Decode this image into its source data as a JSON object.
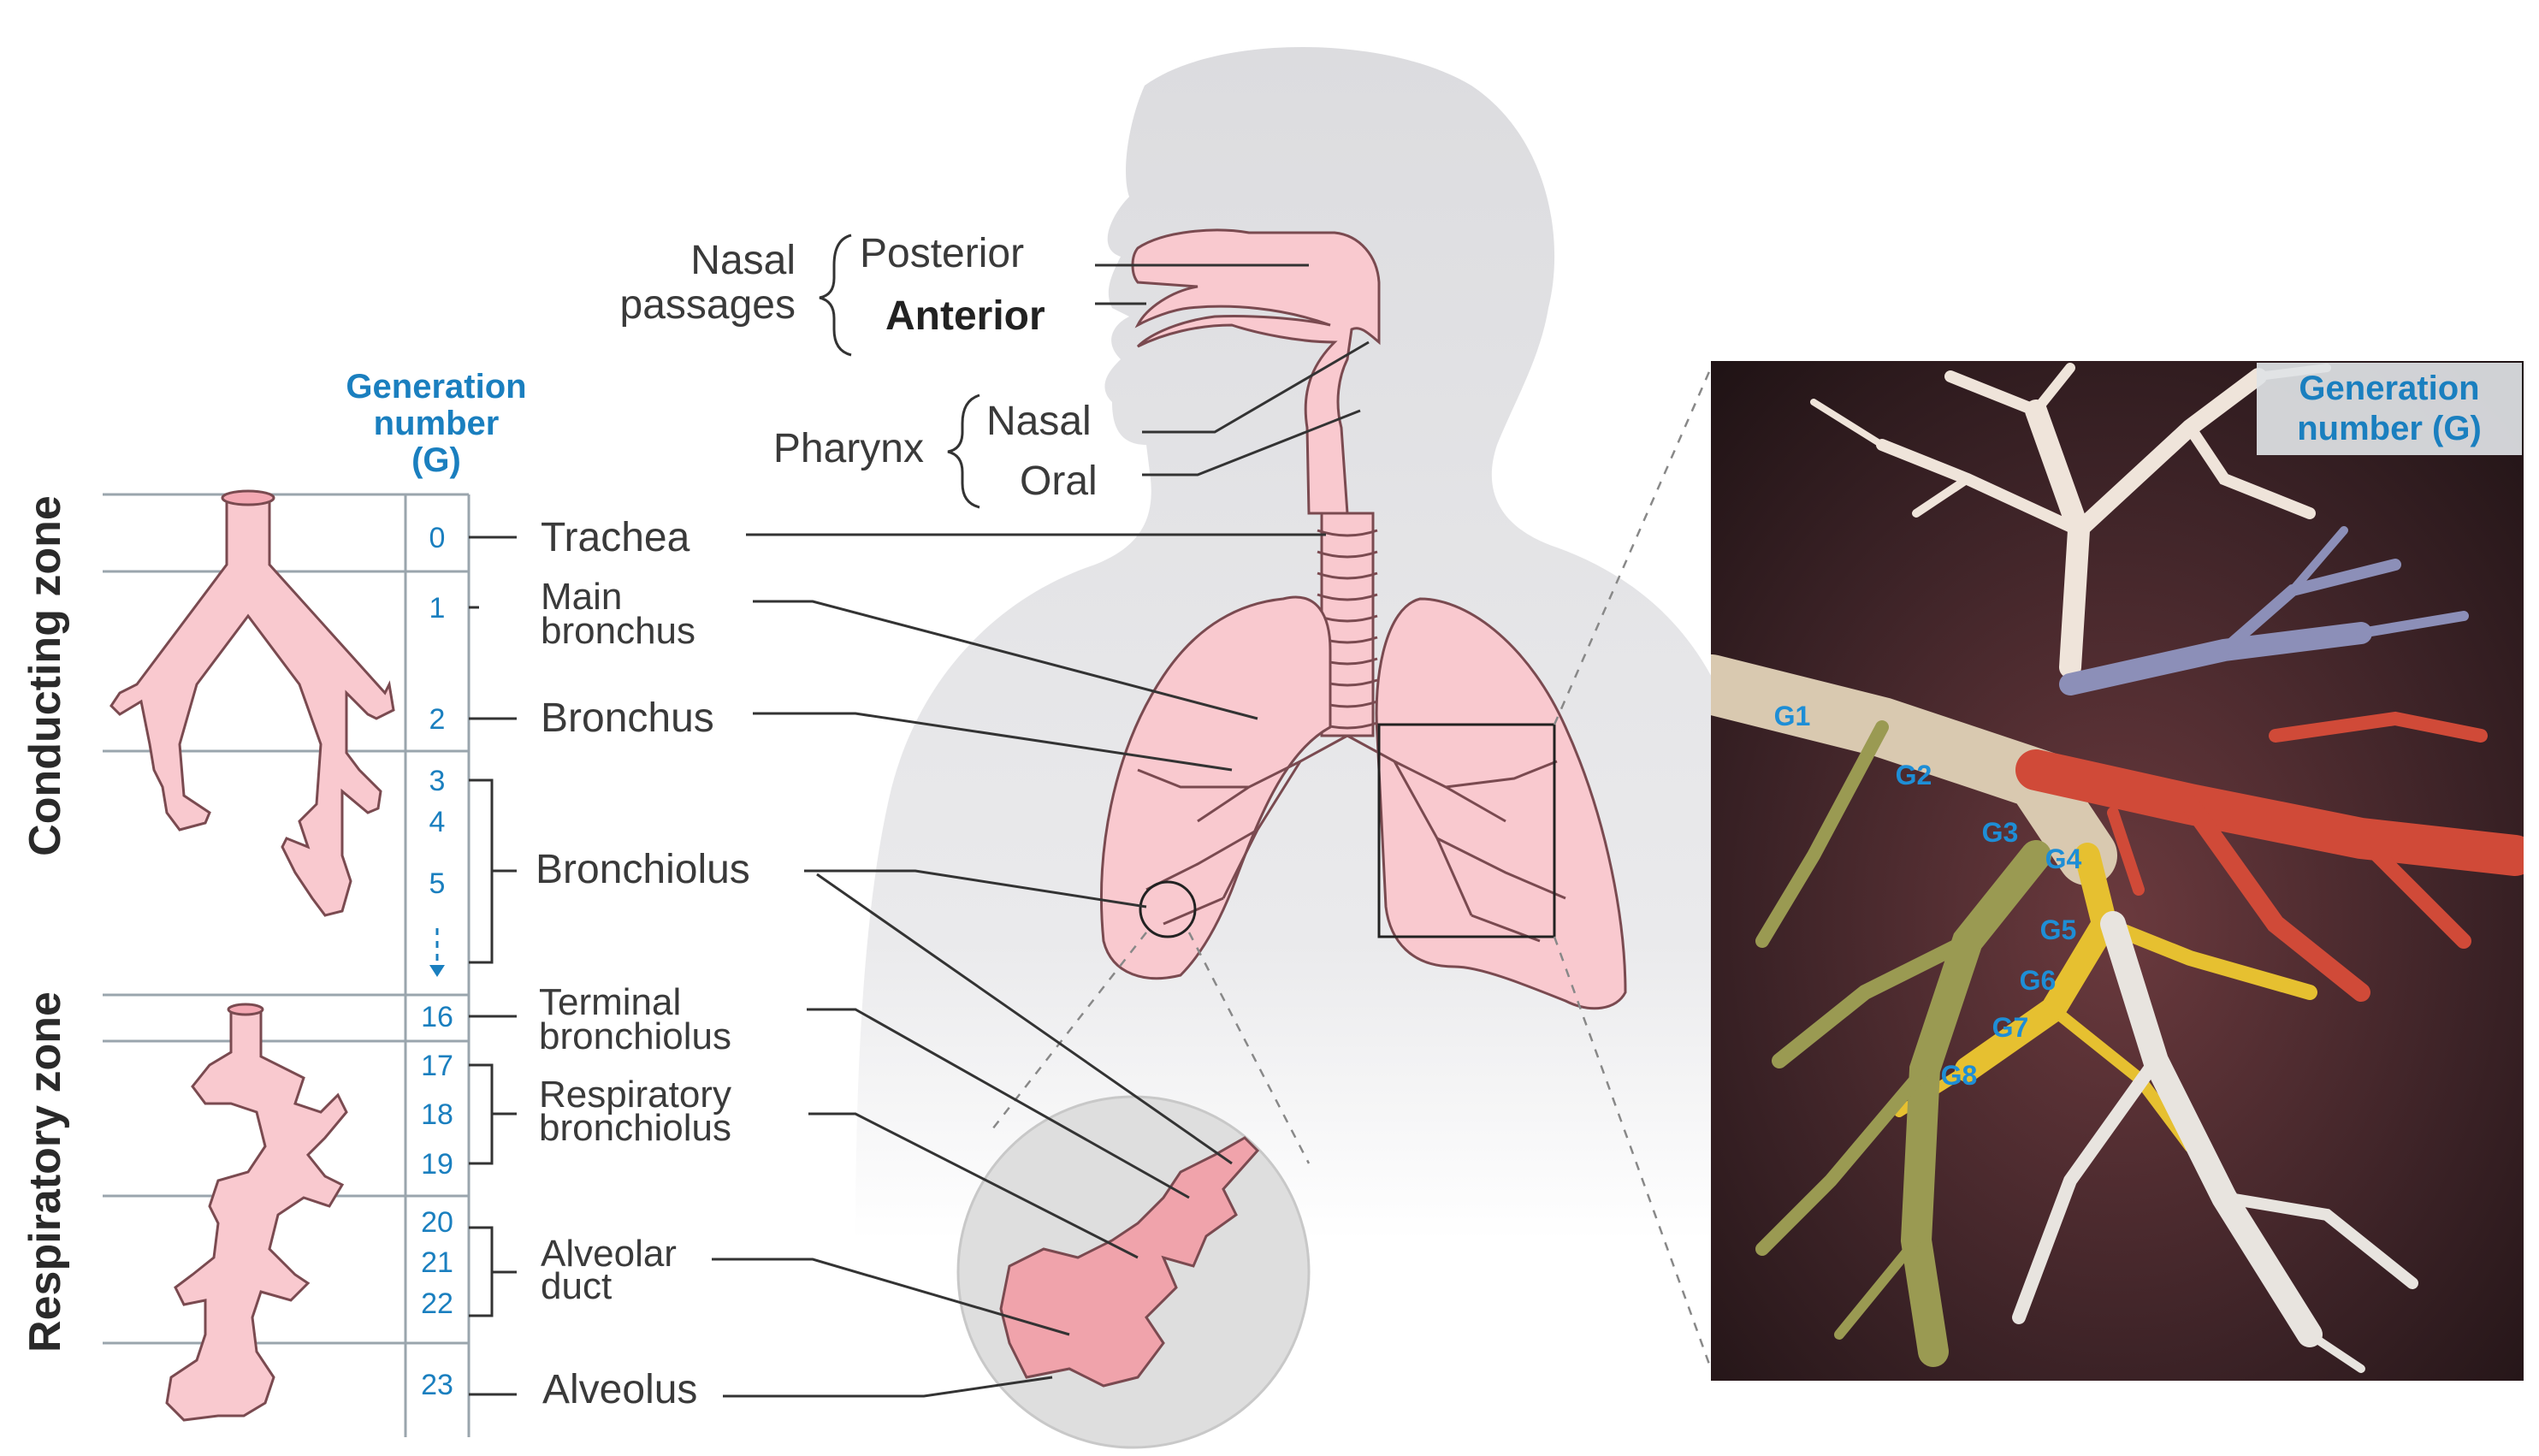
{
  "generation_header": [
    "Generation",
    "number",
    "(G)"
  ],
  "zones": {
    "conducting": "Conducting zone",
    "respiratory": "Respiratory zone"
  },
  "generations": [
    "0",
    "1",
    "2",
    "3",
    "4",
    "5",
    "16",
    "17",
    "18",
    "19",
    "20",
    "21",
    "22",
    "23"
  ],
  "structures": {
    "trachea": "Trachea",
    "main_bronchus": [
      "Main",
      "bronchus"
    ],
    "bronchus": "Bronchus",
    "bronchiolus": "Bronchiolus",
    "terminal_bronchiolus": [
      "Terminal",
      "bronchiolus"
    ],
    "respiratory_bronchiolus": [
      "Respiratory",
      "bronchiolus"
    ],
    "alveolar_duct": [
      "Alveolar",
      "duct"
    ],
    "alveolus": "Alveolus"
  },
  "upper_airway": {
    "nasal_passages": [
      "Nasal",
      "passages"
    ],
    "posterior": "Posterior",
    "anterior": "Anterior",
    "pharynx": "Pharynx",
    "nasal": "Nasal",
    "oral": "Oral"
  },
  "photo": {
    "header": [
      "Generation",
      "number (G)"
    ],
    "labels": [
      "G1",
      "G2",
      "G3",
      "G4",
      "G5",
      "G6",
      "G7",
      "G8"
    ]
  },
  "colors": {
    "accent_blue": "#1a7fbf",
    "airway_pink": "#f9c9cf",
    "silhouette_gray": "#e4e4e6"
  }
}
